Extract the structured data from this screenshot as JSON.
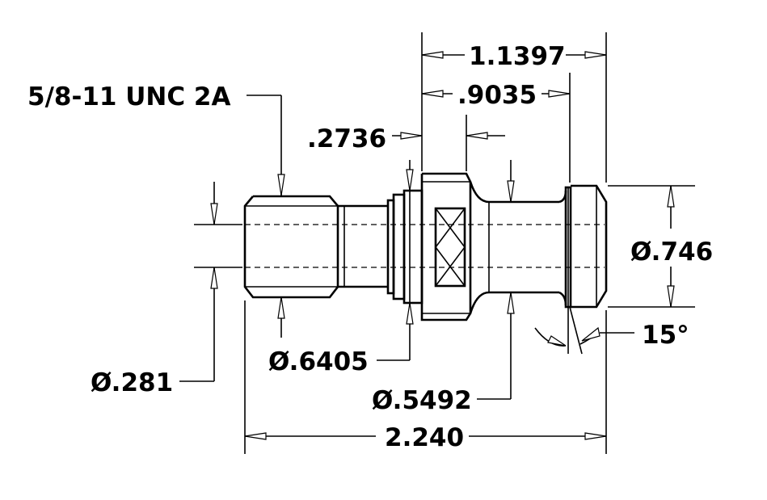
{
  "dimensions": {
    "thread": "5/8-11 UNC 2A",
    "length_1_1397": "1.1397",
    "length_9035": ".9035",
    "length_2736": ".2736",
    "dia_746": "Ø.746",
    "angle_15": "15°",
    "dia_6405": "Ø.6405",
    "dia_281": "Ø.281",
    "dia_5492": "Ø.5492",
    "length_2_240": "2.240"
  },
  "colors": {
    "default": "#000000",
    "highlight_blue": "#1a35d8",
    "highlight_red": "#e01010",
    "highlight_green": "#16a016"
  }
}
